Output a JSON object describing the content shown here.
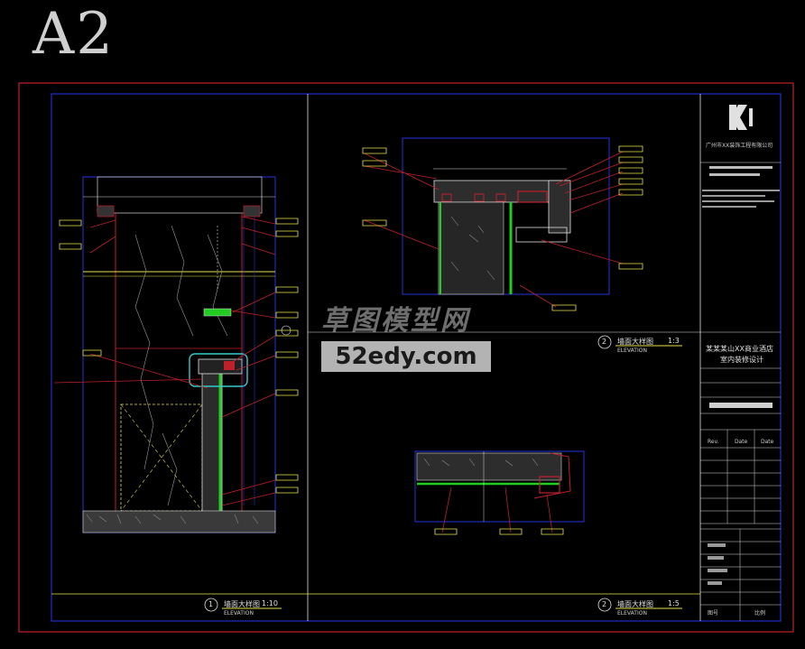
{
  "sheet": {
    "label": "A2"
  },
  "watermark": {
    "cn": "草图模型网",
    "url": "52edy.com"
  },
  "views": [
    {
      "num": "1",
      "title_cn": "墙面大样图",
      "title_en": "ELEVATION",
      "scale": "1:10"
    },
    {
      "num": "2",
      "title_cn": "墙面大样图",
      "title_en": "ELEVATION",
      "scale": "1:3"
    },
    {
      "num": "2",
      "title_cn": "墙面大样图",
      "title_en": "ELEVATION",
      "scale": "1:5"
    }
  ],
  "title_block": {
    "company": "广州市XX装饰工程有限公司",
    "project_line1": "某某某山XX商业酒店",
    "project_line2": "室内装修设计",
    "rev_header": [
      "Rev.",
      "Date",
      "Date"
    ],
    "sheet_no_label": "图号",
    "scale_label": "比例"
  },
  "colors": {
    "border_red": "#c0202a",
    "frame_blue": "#2233dd",
    "line_yellow": "#e8e04a",
    "accent_green": "#22cc22",
    "callout_cyan": "#33cccc",
    "hatch_white": "#d8d8d8"
  }
}
